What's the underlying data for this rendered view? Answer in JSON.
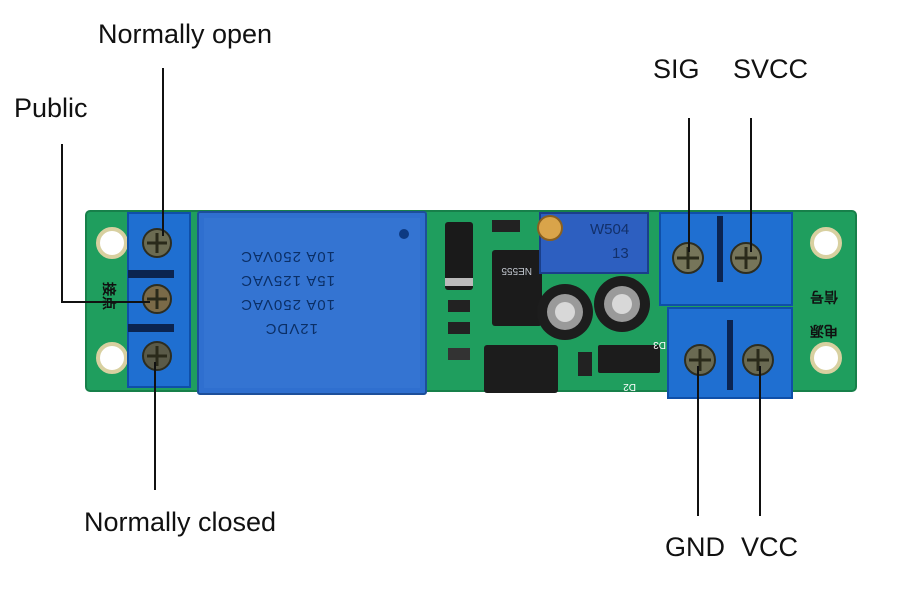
{
  "labels": {
    "normally_open": "Normally open",
    "public": "Public",
    "normally_closed": "Normally closed",
    "sig": "SIG",
    "svcc": "SVCC",
    "gnd": "GND",
    "vcc": "VCC"
  },
  "relay": {
    "line1": "10A 250VAC",
    "line2": "15A 125VAC",
    "line3": "10A 250VAC",
    "line4": "12VDC"
  },
  "potentiometer": {
    "code": "W504",
    "sub": "13"
  },
  "ic": {
    "marking": "NE555"
  },
  "pcb": {
    "left_terminal_text": "接点",
    "signal_text": "信号",
    "power_text": "电源",
    "d2": "D2",
    "d3": "D3"
  },
  "colors": {
    "pcb": "#1f9e5e",
    "terminal": "#1f6fd1",
    "relay": "#2f6fcf"
  }
}
